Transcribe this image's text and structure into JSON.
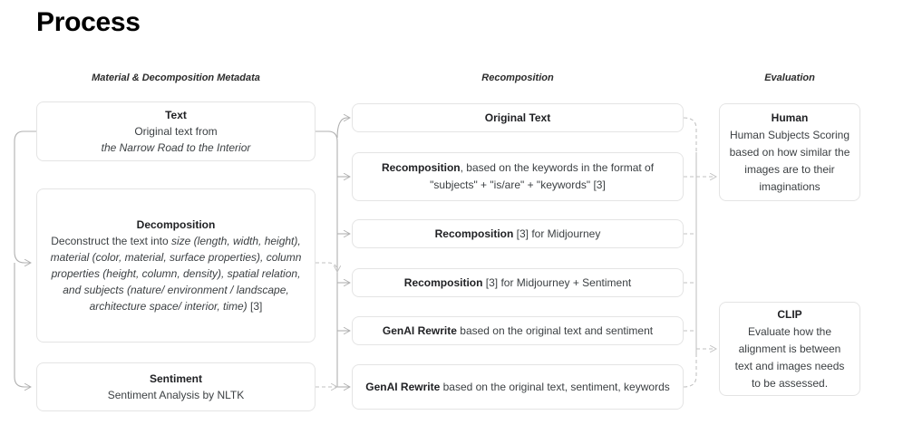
{
  "page": {
    "title": "Process"
  },
  "columns": {
    "material": {
      "header": "Material & Decomposition Metadata"
    },
    "recomposition": {
      "header": "Recomposition"
    },
    "evaluation": {
      "header": "Evaluation"
    }
  },
  "material_nodes": {
    "text": {
      "title": "Text",
      "line1": "Original text from",
      "line2": "the Narrow Road to the Interior"
    },
    "decomposition": {
      "title": "Decomposition",
      "lead": "Deconstruct the text into ",
      "detail": "size (length, width, height), material (color, material, surface properties), column properties (height, column, density), spatial relation, and subjects (nature/ environment / landscape, architecture space/ interior, time)",
      "ref": " [3]"
    },
    "sentiment": {
      "title": "Sentiment",
      "body": "Sentiment Analysis by NLTK"
    }
  },
  "recomposition_nodes": {
    "original_text": {
      "title": "Original Text",
      "rest": ""
    },
    "recomposition_keywords": {
      "title": "Recomposition",
      "rest": ", based on the keywords in the format of \"subjects\" + \"is/are\" + \"keywords\" [3]"
    },
    "recomposition_midjourney": {
      "title": "Recomposition",
      "rest": " [3] for Midjourney"
    },
    "recomposition_midjourney_sentiment": {
      "title": "Recomposition",
      "rest": " [3] for Midjourney + Sentiment"
    },
    "rewrite_sentiment": {
      "title": "GenAI Rewrite",
      "rest": " based on the original text and sentiment"
    },
    "rewrite_keywords": {
      "title": "GenAI Rewrite",
      "rest": " based on the original text, sentiment, keywords"
    }
  },
  "evaluation_nodes": {
    "human": {
      "title": "Human",
      "body": "Human Subjects Scoring based on how similar the images are to their imaginations"
    },
    "clip": {
      "title": "CLIP",
      "body": "Evaluate how the alignment is between text and images needs to be assessed."
    }
  },
  "colors": {
    "background": "#ffffff",
    "box_border": "#e4e4e4",
    "text": "#3c4043",
    "title_text": "#202124",
    "connector": "#b0b0b0",
    "connector_dashed": "#c2c2c2"
  }
}
